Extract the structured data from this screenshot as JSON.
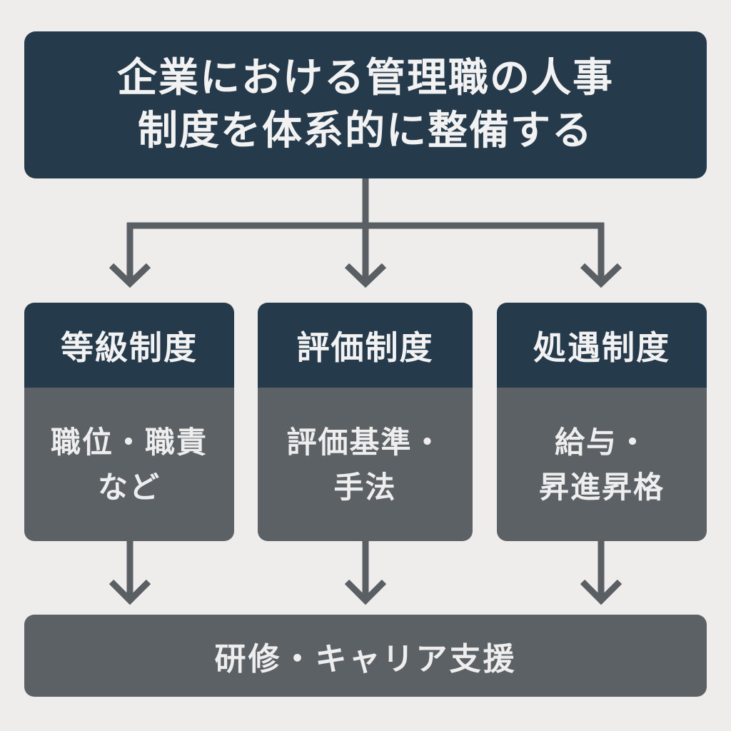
{
  "title": {
    "line1": "企業における管理職の人事",
    "line2": "制度を体系的に整備する"
  },
  "categories": [
    {
      "heading": "等級制度",
      "line1": "職位・職責",
      "line2": "など"
    },
    {
      "heading": "評価制度",
      "line1": "評価基準・",
      "line2": "手法"
    },
    {
      "heading": "処遇制度",
      "line1": "給与・",
      "line2": "昇進昇格"
    }
  ],
  "outcome": "研修・キャリア支援",
  "colors": {
    "background": "#eeedeb",
    "dark": "#253a4a",
    "gray": "#5b6165",
    "connector": "#5a5f63"
  }
}
